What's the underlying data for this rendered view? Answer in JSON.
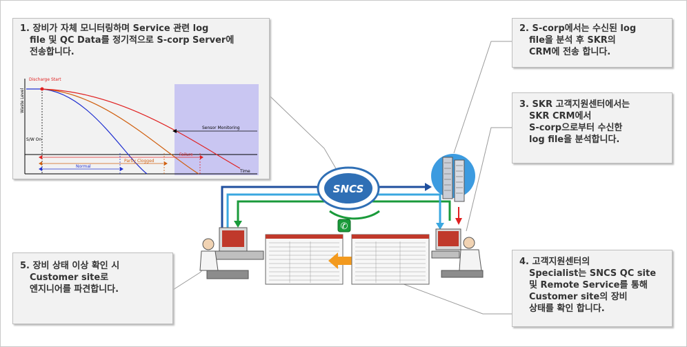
{
  "boxes": {
    "b1": {
      "lines": [
        "1. 장비가 자체 모니터링하며 Service 관련 log",
        "file 및 QC Data를 정기적으로 S-corp Server에",
        "전송합니다."
      ]
    },
    "b2": {
      "lines": [
        "2. S-corp에서는 수신된 log",
        "file을 분석 후 SKR의",
        "CRM에 전송 합니다."
      ]
    },
    "b3": {
      "lines": [
        "3. SKR 고객지원센터에서는",
        "SKR CRM에서",
        "S-corp으로부터 수신한",
        "log file을 분석합니다."
      ]
    },
    "b4": {
      "lines": [
        "4. 고객지원센터의",
        "Specialist는 SNCS QC site",
        "및 Remote Service를 통해",
        "Customer site의 장비",
        "상태를 확인 합니다."
      ]
    },
    "b5": {
      "lines": [
        "5. 장비 상태 이상 확인 시",
        "Customer site로",
        "엔지니어를 파견합니다."
      ]
    }
  },
  "chart": {
    "discharge_start": "Discharge Start",
    "ylabel": "Waste Level",
    "sw_on": "S/W On",
    "sensor_monitoring": "Sensor Monitoring",
    "failure": "Failure",
    "partly_clogged": "Partly Clogged",
    "normal": "Normal",
    "xlabel": "Time"
  },
  "logo": {
    "text": "SNCS"
  },
  "colors": {
    "blue": "#1f4f9e",
    "green": "#1a9a3a",
    "cyan": "#3aa7e0",
    "orange": "#f39a1e",
    "red": "#e02020",
    "failure_zone": "#c9c6f2"
  }
}
